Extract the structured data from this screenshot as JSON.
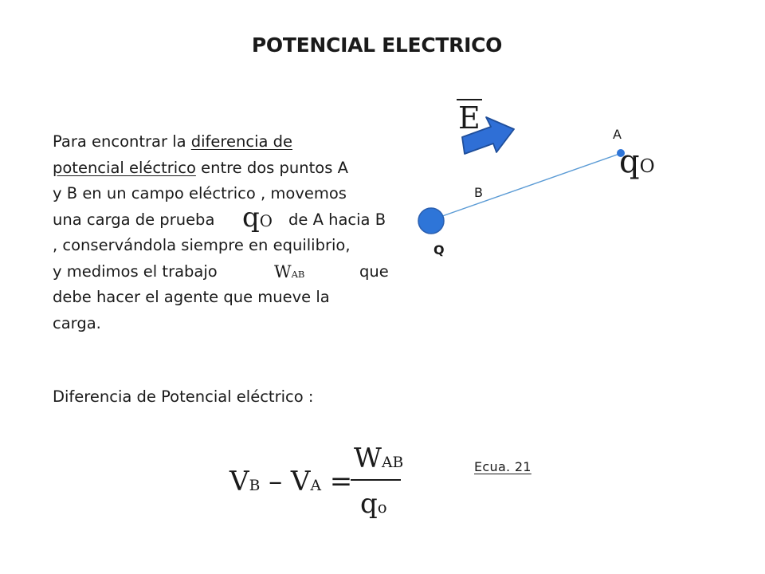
{
  "title": "POTENCIAL ELECTRICO",
  "paragraph": {
    "l1_a": "Para encontrar la ",
    "l1_b": "diferencia de",
    "l2_a": "potencial eléctrico",
    "l2_b": " entre dos puntos A",
    "l3": "y B en un campo eléctrico , movemos",
    "l4_a": "una carga de prueba",
    "l4_b": "de A hacia B",
    "l5": ", conservándola siempre en equilibrio,",
    "l6_a": "y medimos el trabajo",
    "l6_b": "que",
    "l7": "debe hacer el agente que mueve la",
    "l8": "carga."
  },
  "symbols": {
    "q": "q",
    "o": "O",
    "o_lower": "o",
    "W": "W",
    "AB": "AB",
    "E": "E",
    "VB": "V",
    "B": "B",
    "VA": "V",
    "A": "A",
    "minus": "–",
    "equals": "="
  },
  "diagram": {
    "label_a": "A",
    "label_b": "B",
    "label_q": "Q",
    "line_color": "#5b9bd5",
    "charge_color": "#2e75d8",
    "arrow_fill": "#2f6fd6",
    "arrow_edge": "#1f4e9a"
  },
  "difference_label": "Diferencia de Potencial eléctrico :",
  "equation_ref": "Ecua. 21"
}
